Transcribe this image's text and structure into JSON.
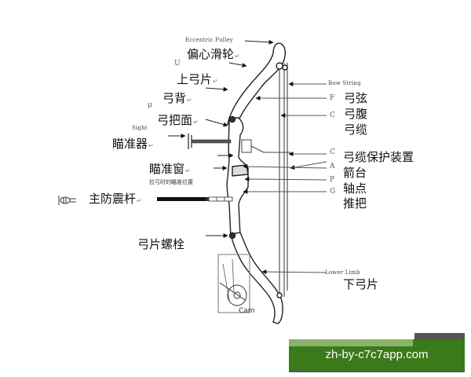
{
  "diagram": {
    "type": "compound-bow-anatomy",
    "labels_en": {
      "eccentric_pulley": "Eccentric Pulley",
      "bow_string": "Bow String",
      "lower_limb": "Lower Limb",
      "sight": "Sight",
      "cam": "Cam",
      "letter_u": "U",
      "letter_mu": "μ",
      "letter_f": "F",
      "letter_c1": "C",
      "letter_c2": "C",
      "letter_a": "A",
      "letter_p": "P",
      "letter_g": "G"
    },
    "labels_zh": {
      "eccentric_pulley": "偏心滑轮",
      "upper_limb": "上弓片",
      "bow_back": "弓背",
      "riser_face": "弓把面",
      "sight": "瞄准器",
      "sight_window": "瞄准窗",
      "sight_window_note": "拉弓时的瞄准位置",
      "stabilizer": "主防震杆",
      "limb_bolt": "弓片螺栓",
      "bow_string": "弓弦",
      "bow_belly": "弓腹",
      "bow_cable": "弓缆",
      "cable_guard": "弓缆保护装置",
      "arrow_rest": "箭台",
      "pivot_point": "轴点",
      "grip": "推把",
      "lower_limb": "下弓片"
    },
    "return_mark": "↵"
  },
  "watermark": {
    "text": "zh-by-c7c7app.com",
    "bg_color": "#3b7a1a"
  }
}
